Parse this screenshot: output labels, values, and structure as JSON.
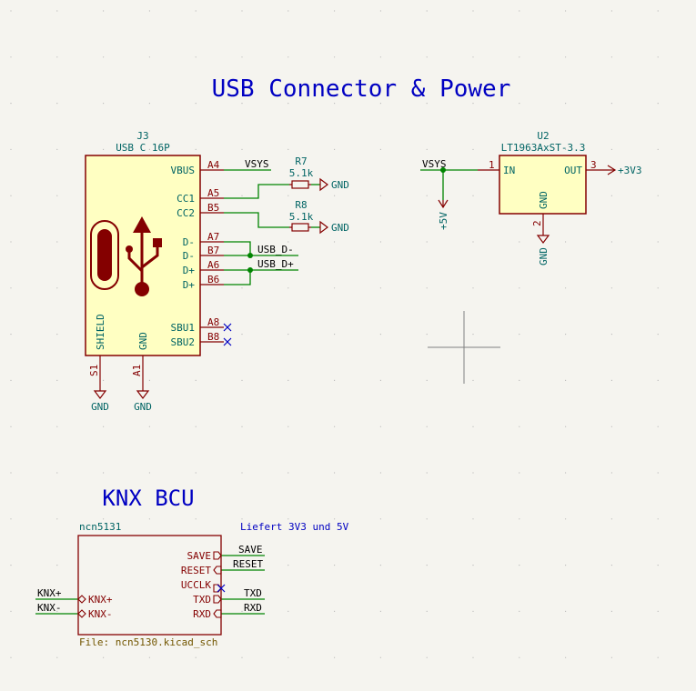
{
  "colors": {
    "background": "#f5f4ef",
    "grid": "#b7b7b7",
    "symbol_body": "#840000",
    "symbol_fill": "#ffffc2",
    "wire": "#008400",
    "net_label": "#000000",
    "power": "#840000",
    "ref_text": "#006464",
    "title_text": "#0000c2",
    "sheet_border": "#840000",
    "sheet_fill": "#f5f4ef",
    "no_connect": "#0000c2",
    "sheet_file": "#725600"
  },
  "titles": {
    "usb": "USB Connector & Power",
    "knx": "KNX BCU",
    "knx_note": "Liefert 3V3 und 5V"
  },
  "j3": {
    "ref": "J3",
    "value": "USB C 16P",
    "pins": {
      "vbus": {
        "name": "VBUS",
        "number": "A4"
      },
      "cc1": {
        "name": "CC1",
        "number": "A5"
      },
      "cc2": {
        "name": "CC2",
        "number": "B5"
      },
      "dm_a": {
        "name": "D-",
        "number": "A7"
      },
      "dm_b": {
        "name": "D-",
        "number": "B7"
      },
      "dp_a": {
        "name": "D+",
        "number": "A6"
      },
      "dp_b": {
        "name": "D+",
        "number": "B6"
      },
      "sbu1": {
        "name": "SBU1",
        "number": "A8"
      },
      "sbu2": {
        "name": "SBU2",
        "number": "B8"
      },
      "shield": {
        "name": "SHIELD",
        "number": "S1"
      },
      "gnd": {
        "name": "GND",
        "number": "A1"
      }
    }
  },
  "resistors": {
    "r7": {
      "ref": "R7",
      "value": "5.1k"
    },
    "r8": {
      "ref": "R8",
      "value": "5.1k"
    }
  },
  "u2": {
    "ref": "U2",
    "value": "LT1963AxST-3.3",
    "pins": {
      "in": {
        "name": "IN",
        "number": "1"
      },
      "out": {
        "name": "OUT",
        "number": "3"
      },
      "gnd": {
        "name": "GND",
        "number": "2"
      }
    }
  },
  "nets": {
    "vsys": "VSYS",
    "usb_dm": "USB_D-",
    "usb_dp": "USB_D+",
    "save": "SAVE",
    "reset": "RESET",
    "txd": "TXD",
    "rxd": "RXD",
    "knx_p": "KNX+",
    "knx_m": "KNX-"
  },
  "power": {
    "gnd": "GND",
    "p5v": "+5V",
    "p3v3": "+3V3"
  },
  "sheet": {
    "name": "ncn5131",
    "file": "File: ncn5130.kicad_sch",
    "pins": {
      "save": "SAVE",
      "reset": "RESET",
      "ucclk": "UCCLK",
      "txd": "TXD",
      "rxd": "RXD",
      "knx_p": "KNX+",
      "knx_m": "KNX-"
    }
  }
}
